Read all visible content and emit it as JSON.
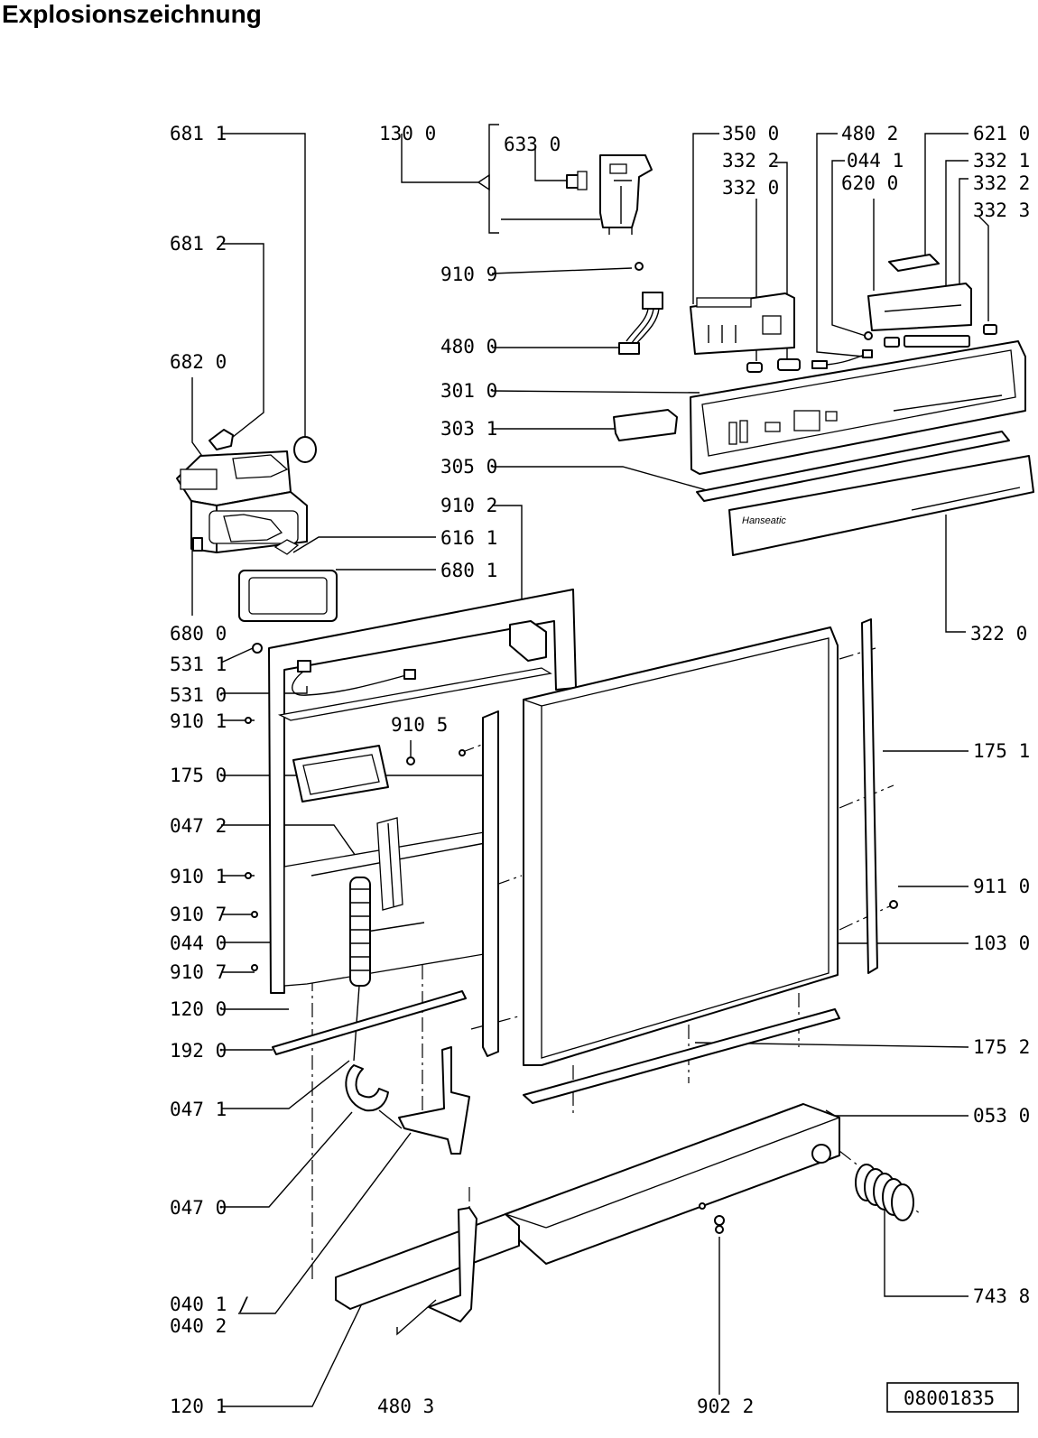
{
  "title": "Explosionszeichnung",
  "drawing_number": "08001835",
  "brand_mark": "Hanseatic",
  "part_labels": {
    "p6811": "681 1",
    "p1300": "130 0",
    "p6330": "633 0",
    "p3500": "350 0",
    "p4802": "480 2",
    "p6210": "621 0",
    "p3322a": "332 2",
    "p0441": "044 1",
    "p3321": "332 1",
    "p3320": "332 0",
    "p6200": "620 0",
    "p3322b": "332 2",
    "p3323": "332 3",
    "p6812": "681 2",
    "p9109": "910 9",
    "p4800": "480 0",
    "p6820": "682 0",
    "p3010": "301 0",
    "p3031": "303 1",
    "p3050": "305 0",
    "p9102": "910 2",
    "p6161": "616 1",
    "p6801": "680 1",
    "p6800": "680 0",
    "p3220": "322 0",
    "p5311": "531 1",
    "p5310": "531 0",
    "p9101a": "910 1",
    "p9105": "910 5",
    "p1751": "175 1",
    "p1750": "175 0",
    "p0472": "047 2",
    "p9101b": "910 1",
    "p9110": "911 0",
    "p9107a": "910 7",
    "p0440": "044 0",
    "p1030": "103 0",
    "p9107b": "910 7",
    "p1200": "120 0",
    "p1920": "192 0",
    "p1752": "175 2",
    "p0471": "047 1",
    "p0530": "053 0",
    "p0470": "047 0",
    "p7438": "743 8",
    "p0401": "040 1 /",
    "p0402": "040 2",
    "p1201": "120 1",
    "p4803": "480 3",
    "p9022": "902 2"
  }
}
